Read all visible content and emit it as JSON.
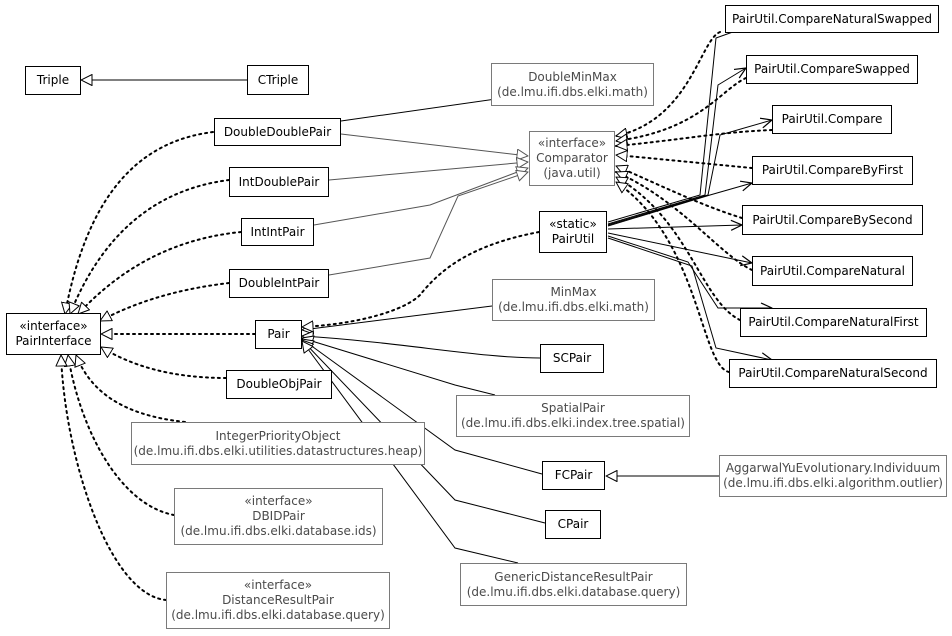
{
  "colors": {
    "line": "#000000",
    "external_line": "#555555",
    "external_text": "#4a4a4a",
    "external_border": "#7a7a7a",
    "background": "#ffffff"
  },
  "nodes": {
    "triple": {
      "lines": [
        "",
        "Triple",
        ""
      ]
    },
    "ctriple": {
      "lines": [
        "",
        "CTriple",
        ""
      ]
    },
    "doubleminmax": {
      "lines": [
        "",
        "DoubleMinMax",
        "(de.lmu.ifi.dbs.elki.math)"
      ]
    },
    "doubledoublepair": {
      "lines": [
        "",
        "DoubleDoublePair",
        ""
      ]
    },
    "comparator": {
      "lines": [
        "«interface»",
        "Comparator",
        "(java.util)"
      ]
    },
    "intdoublepair": {
      "lines": [
        "",
        "IntDoublePair",
        ""
      ]
    },
    "intintpair": {
      "lines": [
        "",
        "IntIntPair",
        ""
      ]
    },
    "pairutil": {
      "lines": [
        "«static»",
        "PairUtil",
        ""
      ]
    },
    "doubleintpair": {
      "lines": [
        "",
        "DoubleIntPair",
        ""
      ]
    },
    "minmax": {
      "lines": [
        "",
        "MinMax",
        "(de.lmu.ifi.dbs.elki.math)"
      ]
    },
    "pairinterface": {
      "lines": [
        "«interface»",
        "PairInterface",
        ""
      ]
    },
    "pair": {
      "lines": [
        "",
        "Pair",
        ""
      ]
    },
    "scpair": {
      "lines": [
        "",
        "SCPair",
        ""
      ]
    },
    "doubleobjpair": {
      "lines": [
        "",
        "DoubleObjPair",
        ""
      ]
    },
    "spatialpair": {
      "lines": [
        "",
        "SpatialPair",
        "(de.lmu.ifi.dbs.elki.index.tree.spatial)"
      ]
    },
    "integerpriorityobject": {
      "lines": [
        "",
        "IntegerPriorityObject",
        "(de.lmu.ifi.dbs.elki.utilities.datastructures.heap)"
      ]
    },
    "fcpair": {
      "lines": [
        "",
        "FCPair",
        ""
      ]
    },
    "aggarwal": {
      "lines": [
        "",
        "AggarwalYuEvolutionary.Individuum",
        "(de.lmu.ifi.dbs.elki.algorithm.outlier)"
      ]
    },
    "dbidpair": {
      "lines": [
        "«interface»",
        "DBIDPair",
        "(de.lmu.ifi.dbs.elki.database.ids)"
      ]
    },
    "cpair": {
      "lines": [
        "",
        "CPair",
        ""
      ]
    },
    "genericdistanceresultpair": {
      "lines": [
        "",
        "GenericDistanceResultPair",
        "(de.lmu.ifi.dbs.elki.database.query)"
      ]
    },
    "distanceresultpair": {
      "lines": [
        "«interface»",
        "DistanceResultPair",
        "(de.lmu.ifi.dbs.elki.database.query)"
      ]
    },
    "cmp_natural_swapped": {
      "lines": [
        "",
        "PairUtil.CompareNaturalSwapped",
        ""
      ]
    },
    "cmp_swapped": {
      "lines": [
        "",
        "PairUtil.CompareSwapped",
        ""
      ]
    },
    "cmp": {
      "lines": [
        "",
        "PairUtil.Compare",
        ""
      ]
    },
    "cmp_by_first": {
      "lines": [
        "",
        "PairUtil.CompareByFirst",
        ""
      ]
    },
    "cmp_by_second": {
      "lines": [
        "",
        "PairUtil.CompareBySecond",
        ""
      ]
    },
    "cmp_natural": {
      "lines": [
        "",
        "PairUtil.CompareNatural",
        ""
      ]
    },
    "cmp_natural_first": {
      "lines": [
        "",
        "PairUtil.CompareNaturalFirst",
        ""
      ]
    },
    "cmp_natural_second": {
      "lines": [
        "",
        "PairUtil.CompareNaturalSecond",
        ""
      ]
    }
  }
}
